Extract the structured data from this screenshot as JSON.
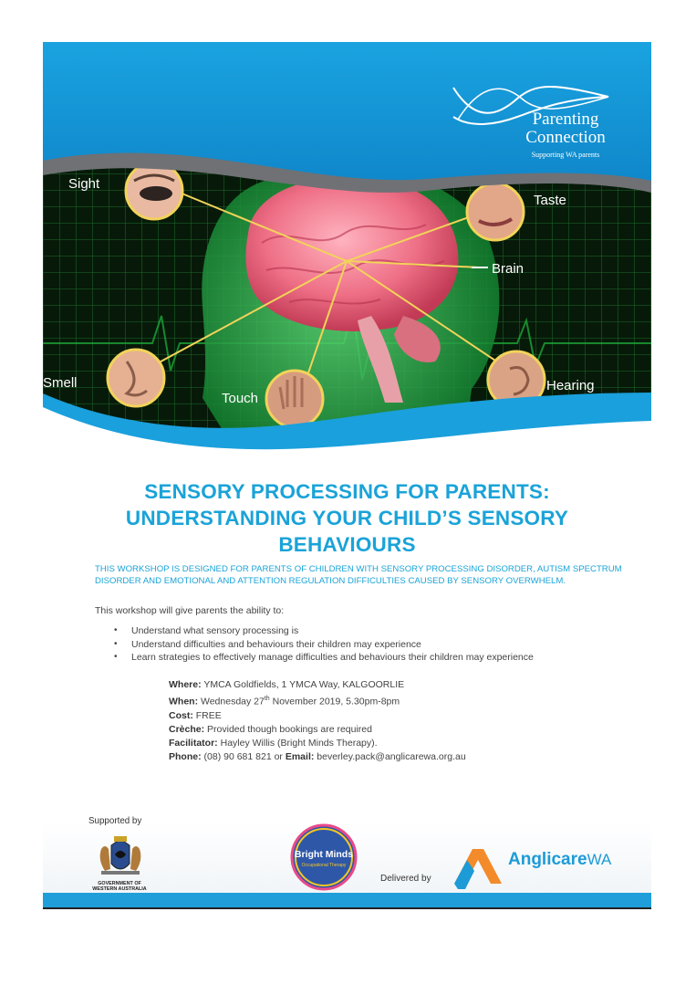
{
  "banner": {
    "brand": {
      "line1": "Parenting",
      "line2": "Connection",
      "tagline": "Supporting WA parents"
    },
    "labels": {
      "sight": "Sight",
      "taste": "Taste",
      "brain": "Brain",
      "smell": "Smell",
      "touch": "Touch",
      "hearing": "Hearing"
    }
  },
  "title": {
    "line1": "SENSORY PROCESSING FOR PARENTS:",
    "line2": "UNDERSTANDING YOUR CHILD’S SENSORY",
    "line3": "BEHAVIOURS"
  },
  "intro": "THIS WORKSHOP IS DESIGNED FOR PARENTS OF CHILDREN WITH SENSORY PROCESSING DISORDER, AUTISM SPECTRUM DISORDER AND EMOTIONAL AND ATTENTION REGULATION DIFFICULTIES CAUSED BY SENSORY OVERWHELM.",
  "lead": "This workshop will give parents the ability to:",
  "bullets": [
    "Understand what sensory processing is",
    "Understand difficulties and behaviours their children may experience",
    "Learn strategies to effectively manage difficulties and behaviours their children may experience"
  ],
  "details": {
    "where_label": "Where:",
    "where": "YMCA Goldfields, 1 YMCA Way, KALGOORLIE",
    "when_label": "When:",
    "when_pre": "Wednesday 27",
    "when_sup": "th",
    "when_post": "November 2019, 5.30pm-8pm",
    "cost_label": "Cost:",
    "cost": "FREE",
    "creche_label": "Crèche:",
    "creche": "Provided though bookings are required",
    "facilitator_label": "Facilitator:",
    "facilitator": "Hayley Willis (Bright Minds Therapy).",
    "phone_label": "Phone:",
    "phone": "(08) 90 681 821 or",
    "email_label": "Email:",
    "email": "beverley.pack@anglicarewa.org.au"
  },
  "footer": {
    "supported_by": "Supported by",
    "govt_line1": "GOVERNMENT OF",
    "govt_line2": "WESTERN AUSTRALIA",
    "bright_minds_line1": "Bright Minds",
    "bright_minds_line2": "Occupational Therapy",
    "delivered_by": "Delivered by",
    "anglicare": "Anglicare",
    "anglicare_wa": "WA"
  },
  "colors": {
    "accent": "#1aa3d8",
    "banner_blue": "#1aa0dc",
    "grid_green": "#0d3a12"
  }
}
